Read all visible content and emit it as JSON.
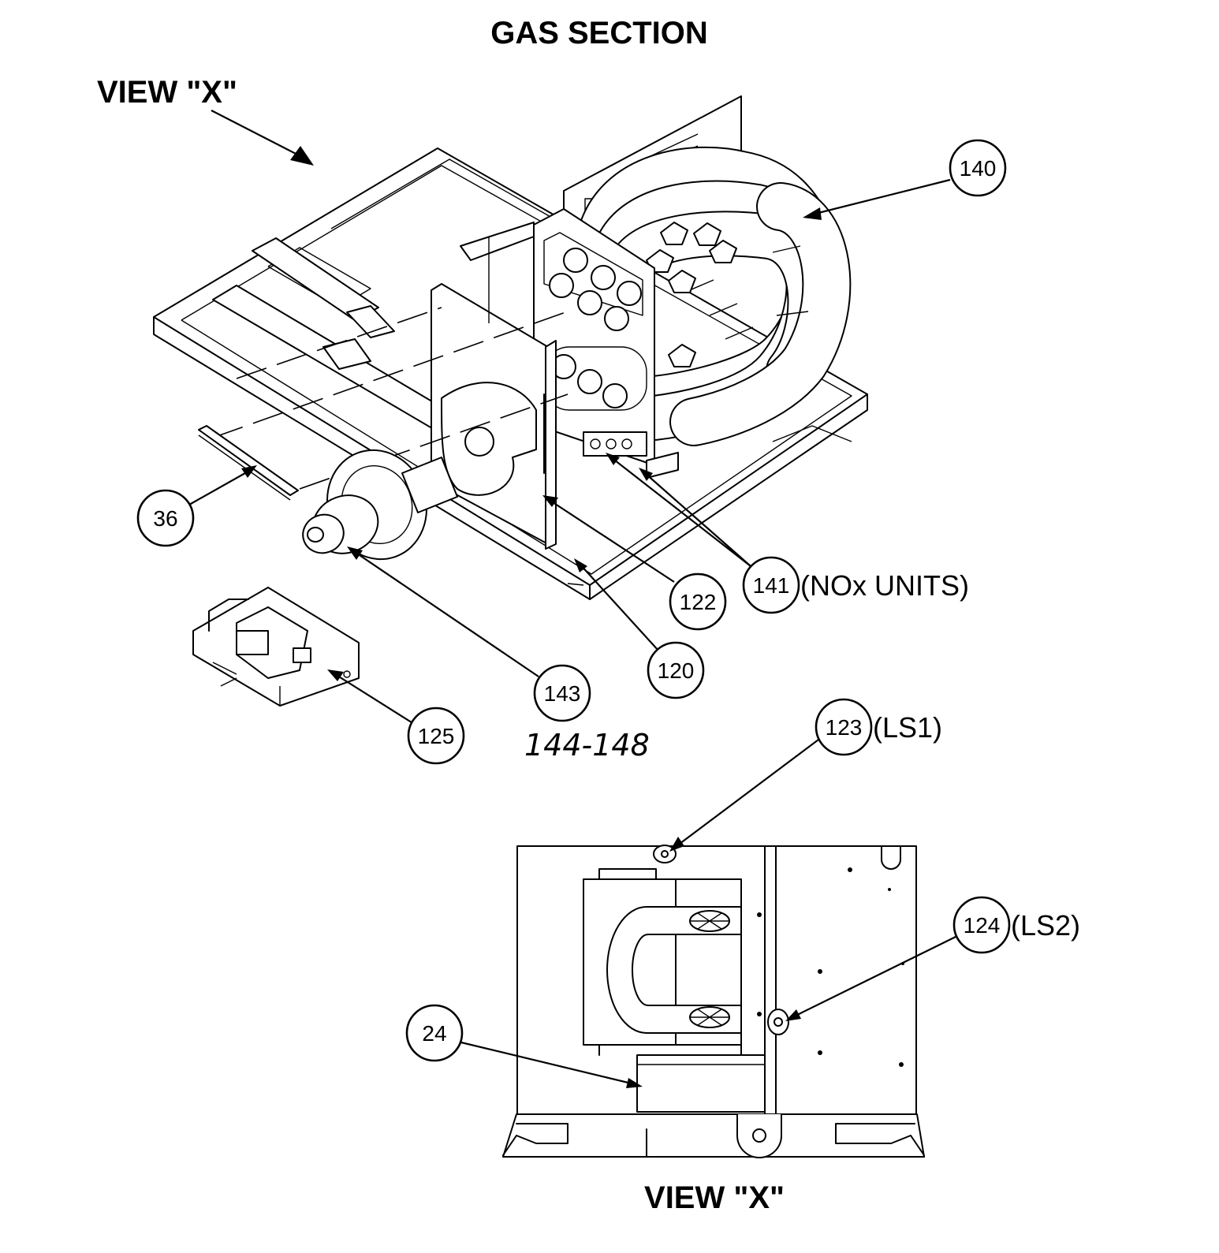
{
  "title": "GAS SECTION",
  "view_labels": {
    "top": "VIEW \"X\"",
    "bottom": "VIEW \"X\""
  },
  "callouts": {
    "c140": "140",
    "c36": "36",
    "c122": "122",
    "c141": "141",
    "c120": "120",
    "c143": "143",
    "c125": "125",
    "c123": "123",
    "c124": "124",
    "c24": "24"
  },
  "notes": {
    "c141": "(NOx UNITS)",
    "c123": "(LS1)",
    "c124": "(LS2)"
  },
  "handwritten": "144-148"
}
